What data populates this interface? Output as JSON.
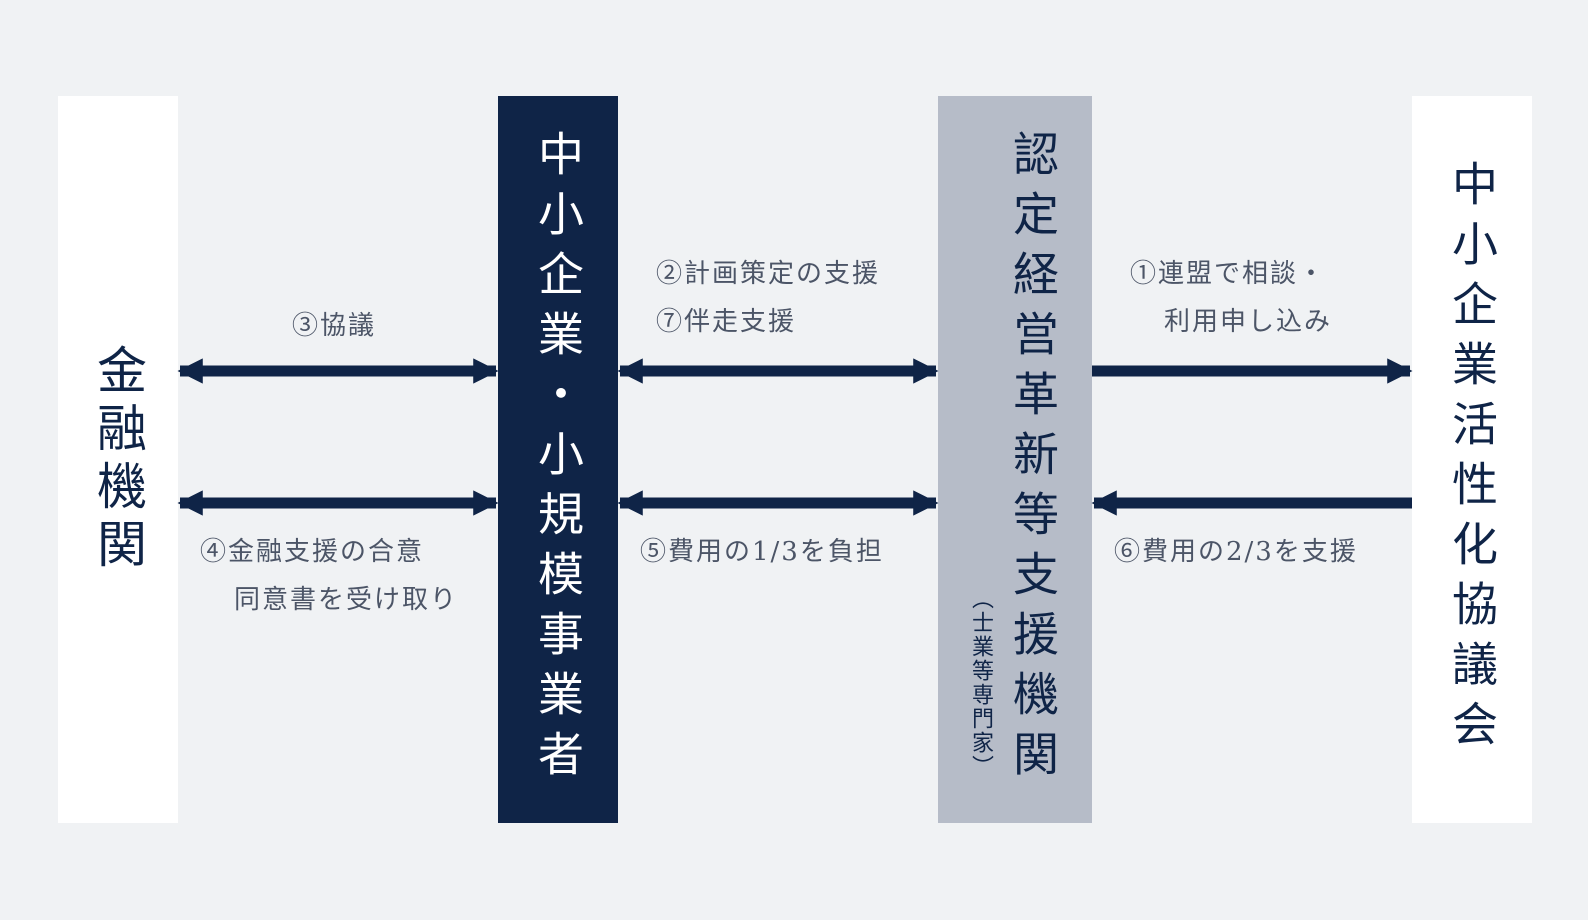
{
  "boxes": {
    "finance": "金融機関",
    "sme": "中小企業・小規模事業者",
    "cert_main": "認定経営革新等支援機関",
    "cert_sub": "（士業等専門家）",
    "council": "中小企業活性化協議会"
  },
  "labels": {
    "l3": "③協議",
    "l4_line1": "④金融支援の合意",
    "l4_line2": "同意書を受け取り",
    "l2": "②計画策定の支援",
    "l7": "⑦伴走支援",
    "l5": "⑤費用の1/3を負担",
    "l1_line1": "①連盟で相談・",
    "l1_line2": "利用申し込み",
    "l6": "⑥費用の2/3を支援"
  },
  "colors": {
    "navy": "#0f2447",
    "gray_box": "#b6bcc8",
    "white_box": "#ffffff",
    "background": "#f0f2f4",
    "label_text": "#4c5567"
  }
}
